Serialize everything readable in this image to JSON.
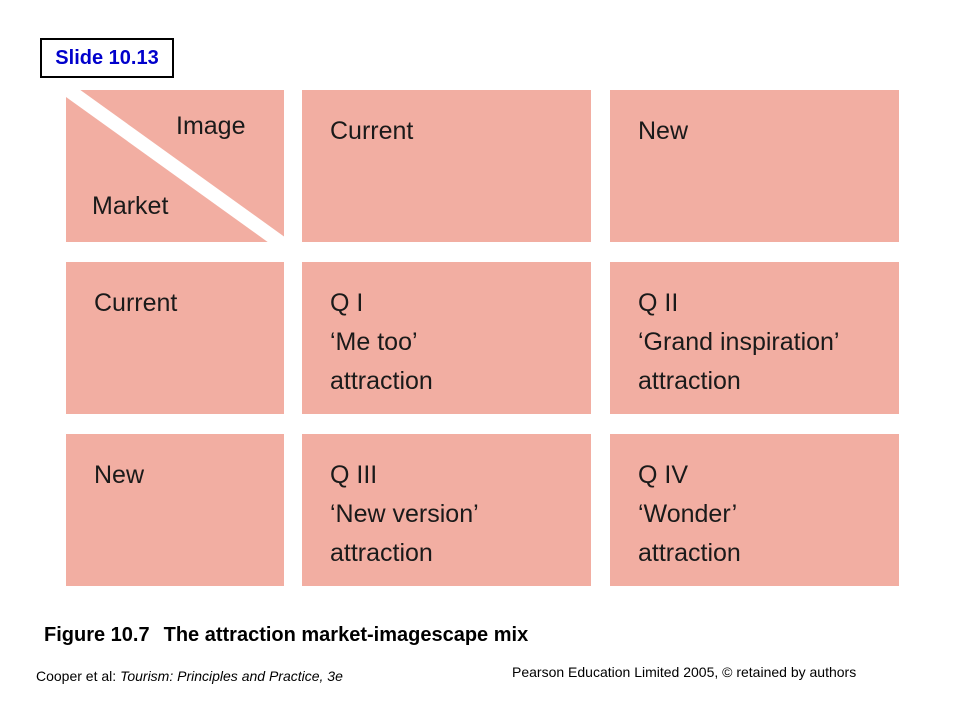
{
  "slide": {
    "label": "Slide 10.13"
  },
  "matrix": {
    "corner": {
      "column_axis": "Image",
      "row_axis": "Market"
    },
    "column_headers": [
      "Current",
      "New"
    ],
    "row_headers": [
      "Current",
      "New"
    ],
    "cells": [
      [
        "Q I\n‘Me too’\nattraction",
        "Q II\n‘Grand inspiration’\nattraction"
      ],
      [
        "Q III\n‘New version’\nattraction",
        "Q IV\n‘Wonder’\nattraction"
      ]
    ]
  },
  "caption": {
    "figure_number": "Figure 10.7",
    "title": "The attraction market-imagescape mix"
  },
  "footer": {
    "authors": "Cooper et al: ",
    "book_title": "Tourism: Principles and Practice, 3e",
    "publisher": "Pearson Education Limited 2005, © retained by authors"
  },
  "colors": {
    "cell_fill": "#f2aea2",
    "badge_text": "#0000cc"
  }
}
